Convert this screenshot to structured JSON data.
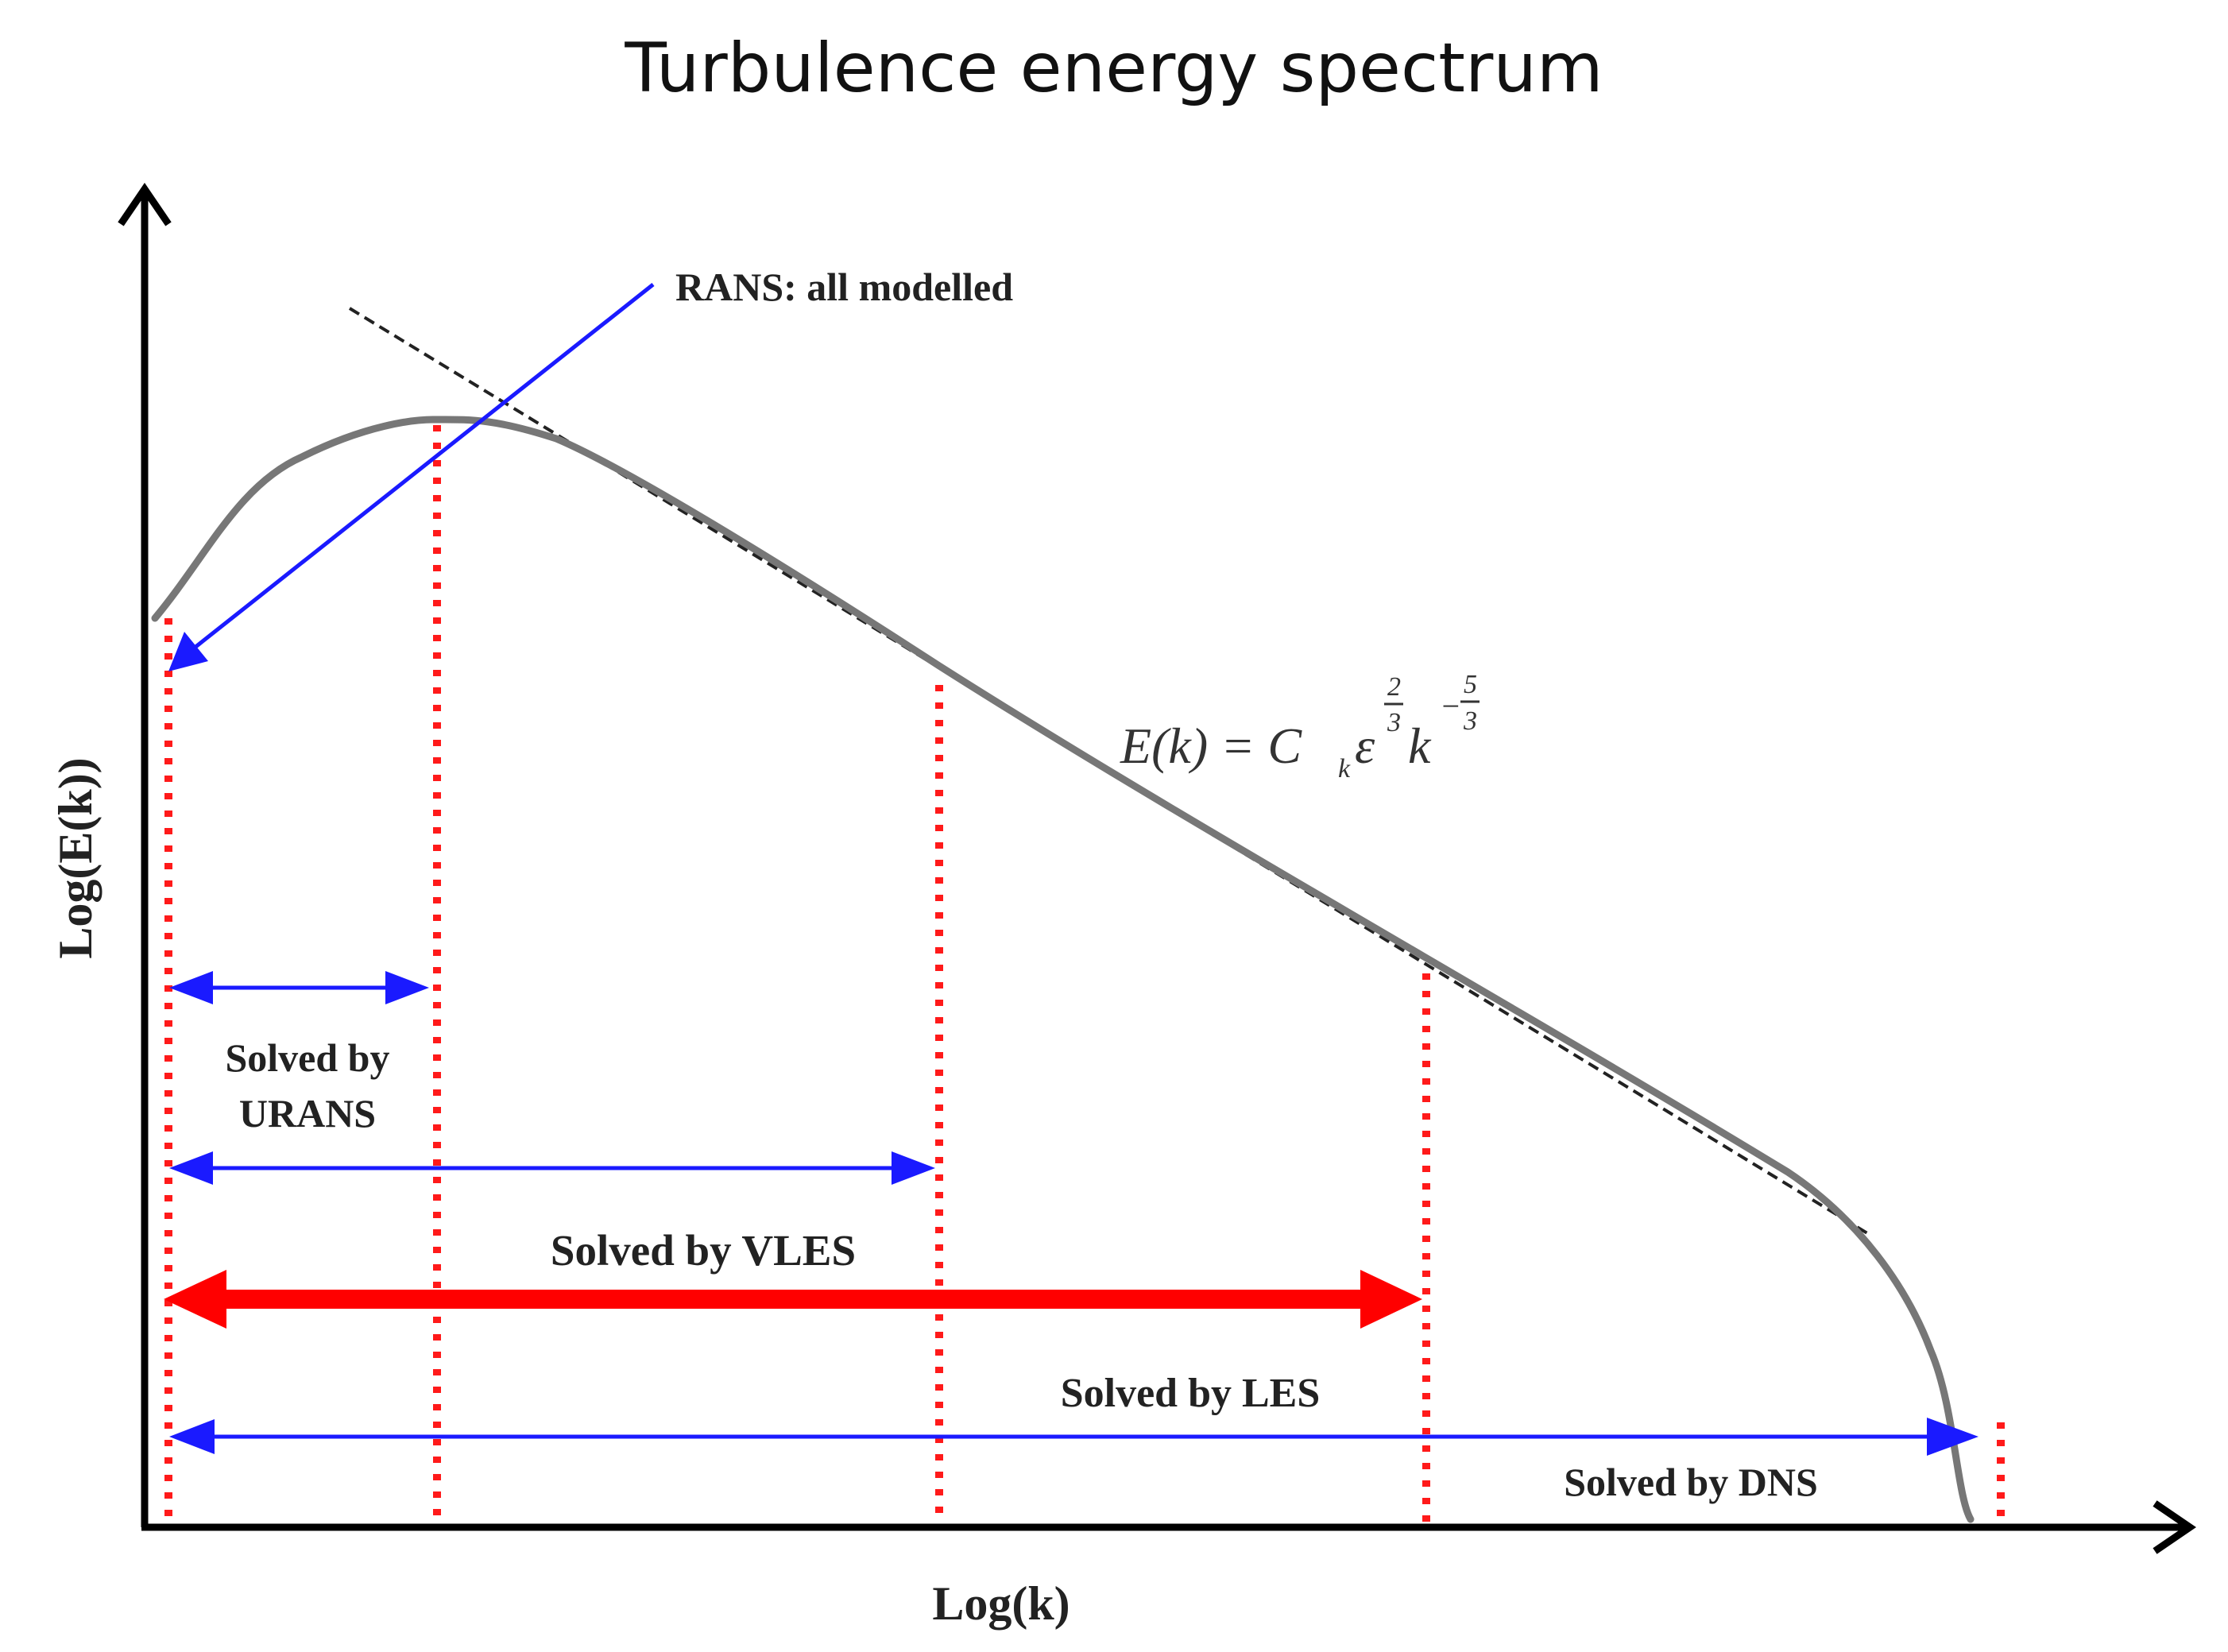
{
  "title": "Turbulence energy spectrum",
  "axes": {
    "x_label": "Log(k)",
    "y_label": "Log(E(k))"
  },
  "annotations": {
    "rans": "RANS: all modelled",
    "urans_line1": "Solved by",
    "urans_line2": "URANS",
    "vles": "Solved by VLES",
    "les": "Solved by LES",
    "dns": "Solved by DNS"
  },
  "equation": {
    "lhs": "E(k) = C",
    "sub": "k",
    "epsilon": "ε",
    "exp_23_num": "2",
    "exp_23_den": "3",
    "k": "k",
    "exp_53_sign": "−",
    "exp_53_num": "5",
    "exp_53_den": "3"
  },
  "colors": {
    "axis": "#000000",
    "spectrum": "#777777",
    "slope_line": "#222222",
    "blue_arrows": "#1a1aff",
    "red_markers": "#ff1a1a",
    "vles_arrow": "#ff0000"
  }
}
